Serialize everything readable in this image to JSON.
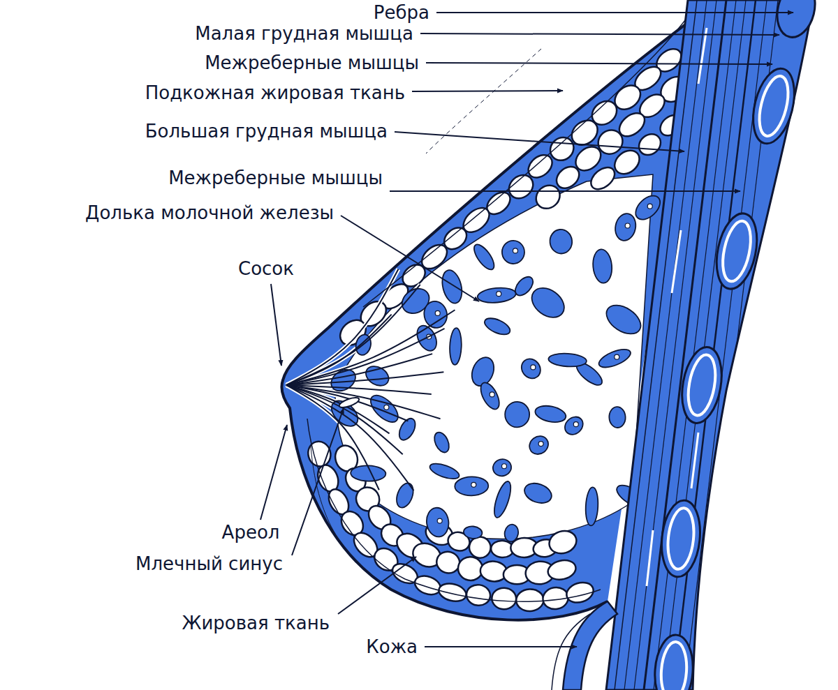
{
  "diagram": {
    "labels": [
      "Ребра",
      "Малая грудная мышца",
      "Межреберные мышцы",
      "Подкожная жировая ткань",
      "Большая грудная мышца",
      "Межреберные мышцы",
      "Долька молочной железы",
      "Сосок",
      "Ареол",
      "Млечный синус",
      "Жировая ткань",
      "Кожа"
    ]
  }
}
